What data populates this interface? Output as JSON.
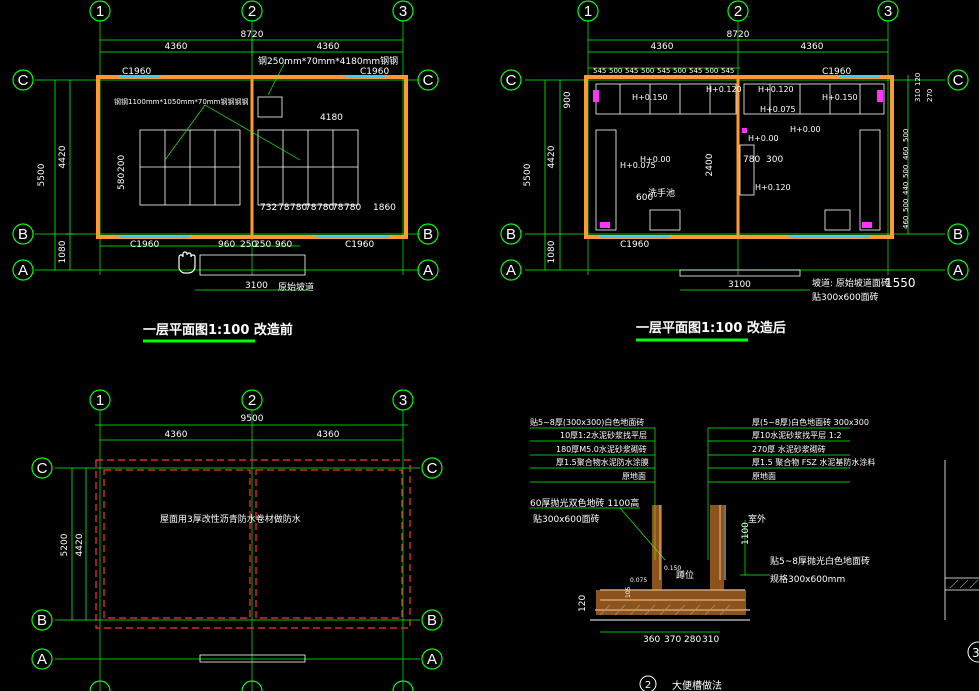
{
  "colors": {
    "background": "#000000",
    "dimension": "#00ff00",
    "wall": "#ff3333",
    "wall_fill": "#ff9933",
    "fixture": "#ffffff",
    "window": "#33ccff",
    "axis_circle": "#00ff00",
    "magenta": "#ff33ff",
    "hatch": "#999999"
  },
  "icons": {
    "cursor": "hand-cursor-icon"
  },
  "axes": {
    "n1": "1",
    "n2": "2",
    "n3": "3",
    "A": "A",
    "B": "B",
    "C": "C"
  },
  "plan_before": {
    "title": "一层平面图1:100  改造前",
    "overall_width": "8720",
    "bay_left": "4360",
    "bay_right": "4360",
    "height_total": "5500",
    "height_cb": "4420",
    "height_ba": "1080",
    "window_left": "C1960",
    "window_right": "C1960",
    "window_bottom_left": "C1960",
    "window_bottom_right": "C1960",
    "note_top": "钢250mm*70mm*4180mm钢钢",
    "note_left": "钢钢1100mm*1050mm*70mm钢钢钢钢",
    "dim_4180": "4180",
    "dim_580": "580",
    "dim_200": "200",
    "stall_dims": [
      "732",
      "78",
      "780",
      "78",
      "780",
      "78",
      "780"
    ],
    "dim_1860": "1860",
    "dim_960a": "960",
    "dim_250a": "250",
    "dim_250b": "250",
    "dim_960b": "960",
    "dim_3100": "3100",
    "note_bottom": "原始坡道"
  },
  "plan_after": {
    "title": "一层平面图1:100  改造后",
    "overall_width": "8720",
    "bay_left": "4360",
    "bay_right": "4360",
    "top_dims": [
      "545",
      "500",
      "545",
      "500",
      "545",
      "500",
      "545",
      "500",
      "545"
    ],
    "levels": [
      "H+0.150",
      "H+0.120",
      "H+0.120",
      "H+0.075",
      "H+0.150",
      "H+0.075",
      "H+0.00",
      "H+0.00",
      "H+0.00",
      "H+0.120"
    ],
    "window_top": "C1960",
    "window_bottom": "C1960",
    "height_total": "5500",
    "height_cb": "4420",
    "height_ba": "1080",
    "dim_900": "900",
    "dim_2400": "2400",
    "dim_780": "780",
    "dim_300": "300",
    "dim_600": "600",
    "label_wash": "洗手池",
    "right_dims": [
      "120",
      "310",
      "270",
      "500",
      "460",
      "500",
      "440",
      "500",
      "460"
    ],
    "dim_3100": "3100",
    "note_ramp1": "坡道: 原始坡道面砖",
    "note_ramp2": "贴300x600面砖",
    "note_1550": "1550"
  },
  "roof_plan": {
    "overall_width": "9500",
    "bay_left": "4360",
    "bay_right": "4360",
    "height_total": "5200",
    "height_cb": "4420",
    "note": "屋面用3厚改性沥青防水卷材做防水"
  },
  "detail": {
    "title": "大便槽做法",
    "circle_no": "2",
    "left_layers": [
      "贴5~8厚(300x300)白色地面砖",
      "10厚1:2水泥砂浆找平层",
      "180厚M5.0水泥砂浆砌砖",
      "厚1.5聚合物水泥防水涂膜",
      "原地面"
    ],
    "right_layers": [
      "厚(5~8厚)白色地面砖 300x300",
      "厚10水泥砂浆找平层 1:2",
      "270厚 水泥砂浆砌砖",
      "厚1.5 聚合物 FSZ 水泥基防水涂料",
      "原地面"
    ],
    "note_60": "60厚抛光双色地砖 1100高",
    "note_tile": "贴300x600面砖",
    "note_outdoor": "室外",
    "note_pit": "蹲位",
    "note_right1": "贴5~8厚抛光白色地面砖",
    "note_right2": "规格300x600mm",
    "bottom_dims": [
      "360",
      "370",
      "280",
      "310"
    ],
    "dim_1100": "1100",
    "dim_120": "120",
    "dim_150": "0.150",
    "dim_075": "0.075",
    "dim_105": "105",
    "circle_no_right": "3"
  }
}
